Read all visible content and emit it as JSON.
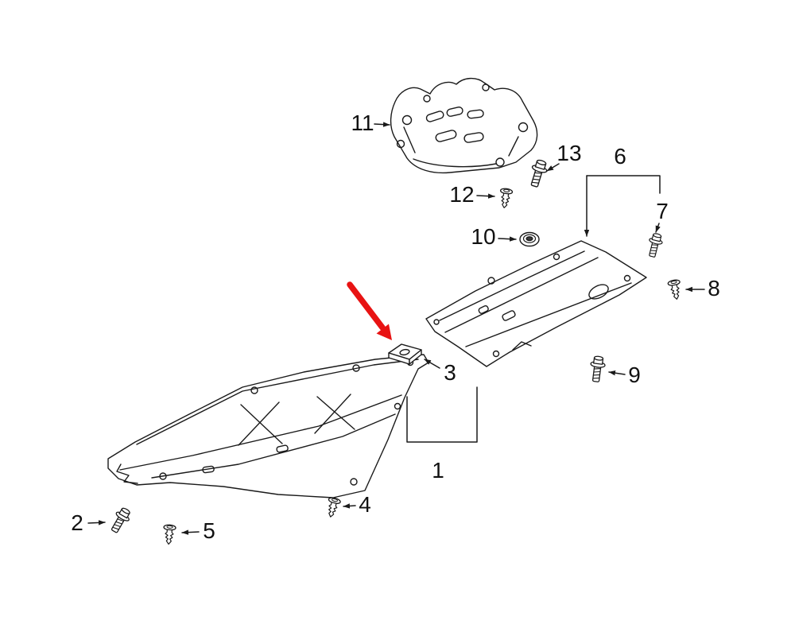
{
  "diagram": {
    "background_color": "#ffffff",
    "line_color": "#1a1a1a",
    "highlight_color": "#e81313",
    "highlight_arrow": {
      "target_callout": "3"
    },
    "callouts": [
      {
        "label": "1",
        "part": "floor-under-cover-left-panel"
      },
      {
        "label": "2",
        "part": "flange-bolt"
      },
      {
        "label": "3",
        "part": "clip-nut"
      },
      {
        "label": "4",
        "part": "push-clip"
      },
      {
        "label": "5",
        "part": "push-clip"
      },
      {
        "label": "6",
        "part": "floor-under-cover-right-panel"
      },
      {
        "label": "7",
        "part": "flange-bolt"
      },
      {
        "label": "8",
        "part": "push-clip"
      },
      {
        "label": "9",
        "part": "flange-bolt"
      },
      {
        "label": "10",
        "part": "nut-grommet"
      },
      {
        "label": "11",
        "part": "engine-splash-shield"
      },
      {
        "label": "12",
        "part": "push-clip"
      },
      {
        "label": "13",
        "part": "flange-bolt"
      }
    ]
  }
}
